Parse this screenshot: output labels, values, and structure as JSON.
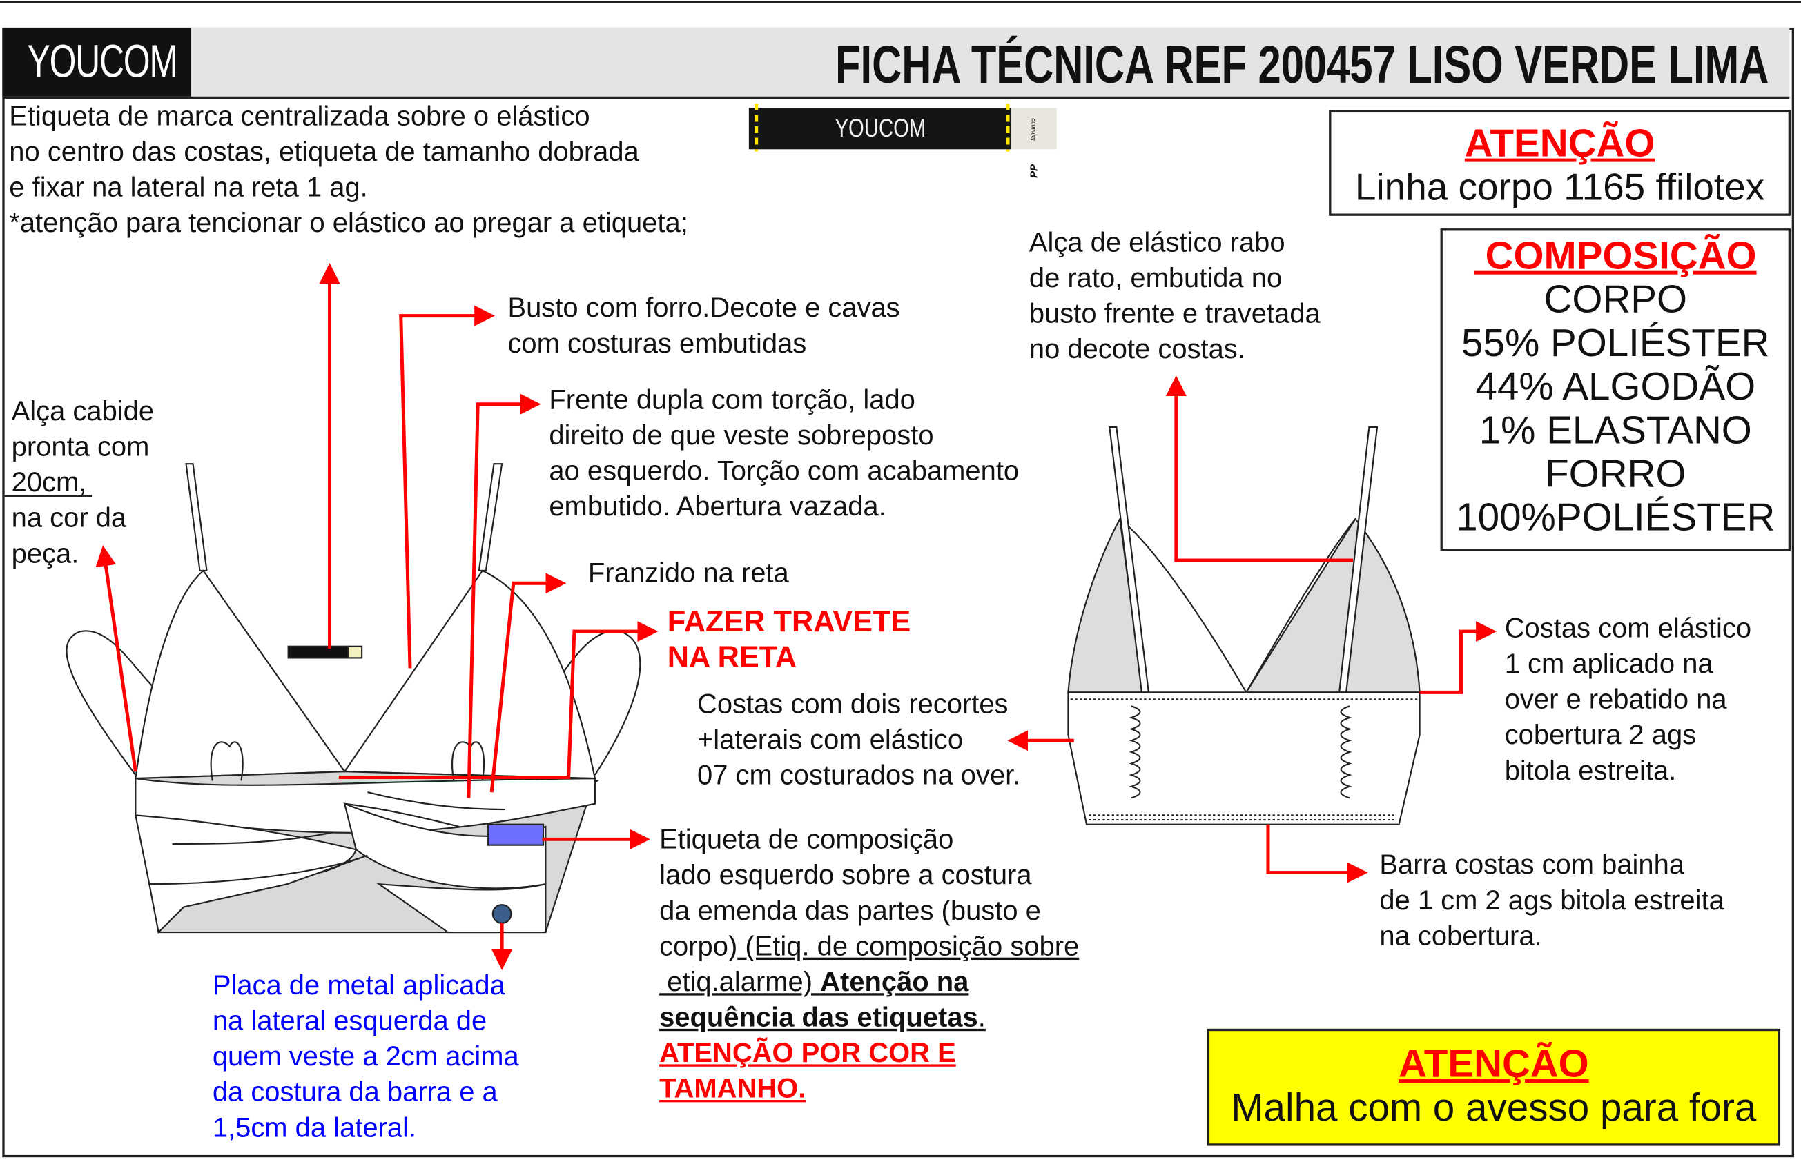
{
  "header": {
    "logo": "YOUCOM",
    "title": "FICHA TÉCNICA REF 200457 LISO VERDE LIMA"
  },
  "brand_label": {
    "logo": "YOUCOM",
    "size_caption": "tamanho",
    "size": "PP"
  },
  "notes": {
    "brand_label": [
      "Etiqueta de marca centralizada sobre o elástico",
      "no centro das costas, etiqueta de tamanho dobrada",
      "e fixar na lateral na reta 1 ag.",
      "*atenção para tencionar o elástico ao pregar a etiqueta;"
    ],
    "busto": [
      "Busto com forro.Decote e cavas",
      "com costuras embutidas"
    ],
    "frente": [
      "Frente dupla com torção, lado",
      "direito de que veste sobreposto",
      "ao esquerdo. Torção com acabamento",
      "embutido. Abertura vazada."
    ],
    "franzido": "Franzido na reta",
    "travete": [
      "FAZER TRAVETE",
      "NA RETA"
    ],
    "alca_cabide": {
      "line1": "Alça cabide",
      "line2": "pronta com",
      "line3_u": "20cm",
      "line3_rest": ",",
      "line4": "na cor da",
      "line5": "peça."
    },
    "costas_recortes": [
      "Costas com dois recortes",
      "+laterais com elástico",
      "07 cm costurados na over."
    ],
    "etiqueta_comp": {
      "line1": "Etiqueta de composição",
      "line2": "lado esquerdo sobre a costura",
      "line3": "da emenda das partes (busto e",
      "line4a": "corpo)",
      "line4b": " (Etiq. de composição sobre",
      "line5a": " etiq.alarme) ",
      "line5b": "Atenção na",
      "line6a": "sequência das etiquetas",
      "line6b": ".",
      "warn1": "ATENÇÃO POR COR E",
      "warn2": "TAMANHO."
    },
    "placa": [
      "Placa de metal aplicada",
      "na lateral esquerda de",
      "quem veste a 2cm acima",
      "da costura da barra e a",
      "1,5cm da lateral."
    ],
    "alca_elastico": [
      "Alça de elástico rabo",
      "de rato, embutida no",
      "busto frente e travetada",
      "no decote costas."
    ],
    "costas_elastico": [
      "Costas com elástico",
      "1 cm aplicado na",
      "over e rebatido na",
      "cobertura 2 ags",
      "bitola estreita."
    ],
    "barra_costas": [
      "Barra costas com bainha",
      "de 1 cm 2 ags bitola estreita",
      "na cobertura."
    ]
  },
  "attention_box": {
    "heading": "ATENÇÃO",
    "text": "Linha corpo 1165 ffilotex"
  },
  "composition_box": {
    "heading": " COMPOSIÇÃO",
    "lines": [
      "CORPO",
      "55% POLIÉSTER",
      "44% ALGODÃO",
      "1% ELASTANO",
      "FORRO",
      "100%POLIÉSTER"
    ]
  },
  "attention_box_2": {
    "heading": "ATENÇÃO",
    "text": "Malha com o avesso para fora"
  },
  "colors": {
    "annotation_red": "#ff0000",
    "note_blue": "#0000ff",
    "highlight_yellow": "#ffff00",
    "comp_label": "#6f6fff"
  }
}
